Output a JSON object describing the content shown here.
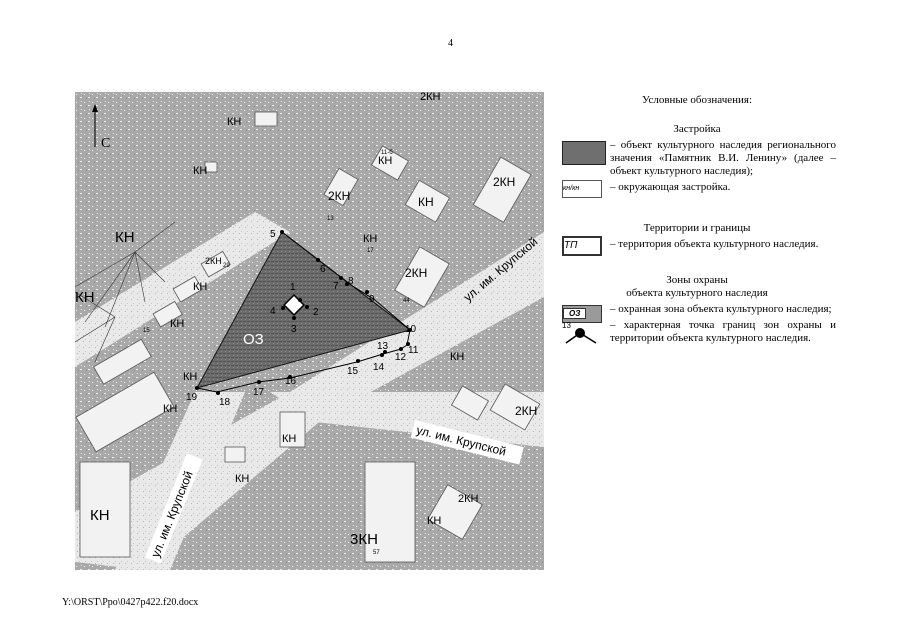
{
  "page_number": "4",
  "footer_path": "Y:\\ORST\\Ppo\\0427p422.f20.docx",
  "map": {
    "north_label": "С",
    "zone_label": "ОЗ",
    "street_labels": [
      "ул. им. Крупской",
      "ул. им. Крупской",
      "ул. им. Крупской"
    ],
    "building_labels": [
      "КН",
      "КН",
      "КН",
      "КН",
      "КН",
      "КН",
      "КН",
      "КН",
      "КН",
      "КН",
      "КН",
      "КН",
      "КН",
      "КН",
      "КН",
      "2КН",
      "2КН",
      "2КН",
      "2КН",
      "2КН",
      "2КН",
      "2КН",
      "3КН",
      "КН"
    ],
    "point_labels": [
      "1",
      "2",
      "3",
      "4",
      "5",
      "6",
      "7",
      "8",
      "9",
      "10",
      "11",
      "12",
      "13",
      "14",
      "15",
      "16",
      "17",
      "18",
      "19"
    ],
    "small_numbers": [
      "57",
      "44",
      "15",
      "17",
      "13",
      "29",
      "11-б"
    ]
  },
  "legend": {
    "title": "Условные обозначения:",
    "section_buildings": "Застройка",
    "item_heritage": "– объект культурного наследия регионального значения «Памятник В.И. Ленину» (далее – объект культурного наследия);",
    "item_surrounding": "– окружающая застройка.",
    "surrounding_symbol": "кн/кн",
    "section_territories": "Территории и границы",
    "item_territory": "– территория объекта культурного наследия.",
    "territory_symbol": "ТП",
    "section_zones_1": "Зоны охраны",
    "section_zones_2": "объекта культурного наследия",
    "item_protect_zone": "– охранная зона объекта культурного наследия;",
    "protect_zone_symbol": "ОЗ",
    "item_point": "– характерная точка границ зон охраны и территории объекта культурного наследия.",
    "point_symbol": "13"
  }
}
